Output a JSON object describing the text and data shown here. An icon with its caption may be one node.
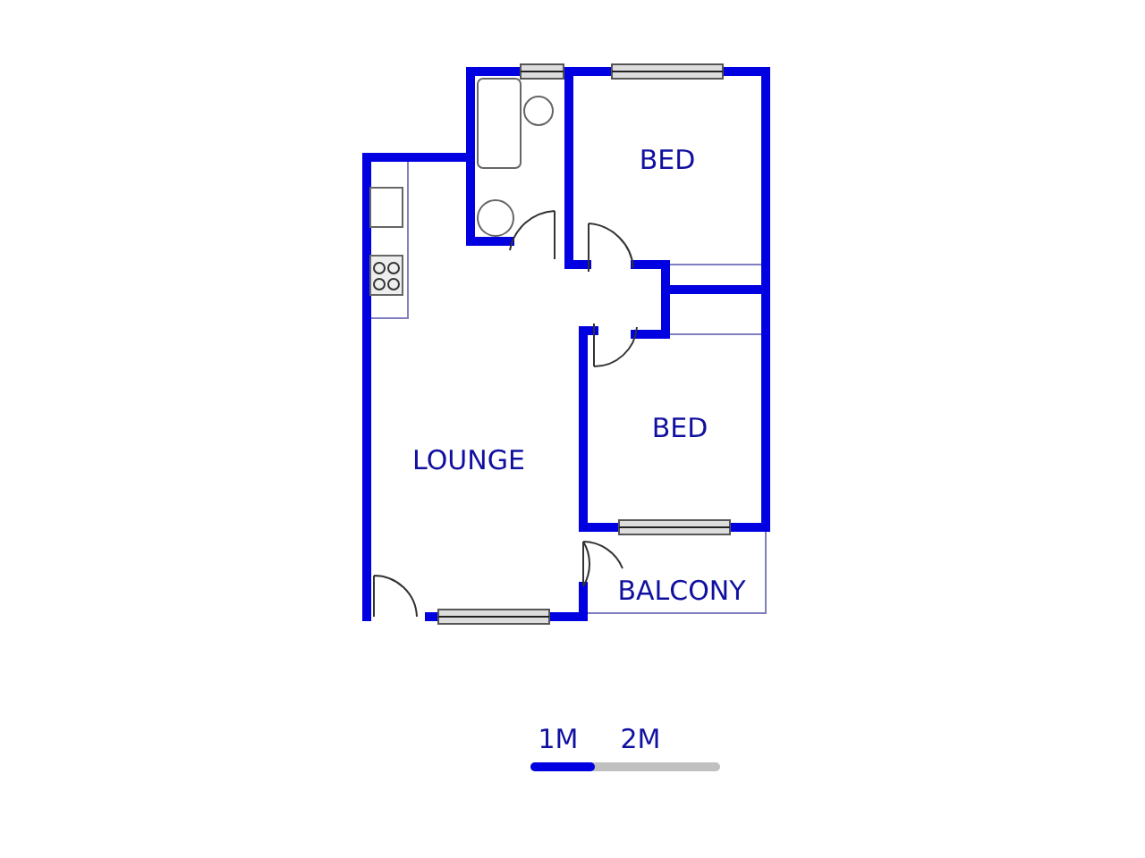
{
  "diagram": {
    "labels": [
      "BED",
      "BED",
      "LOUNGE",
      "BALCONY",
      "1M",
      "2M"
    ]
  }
}
